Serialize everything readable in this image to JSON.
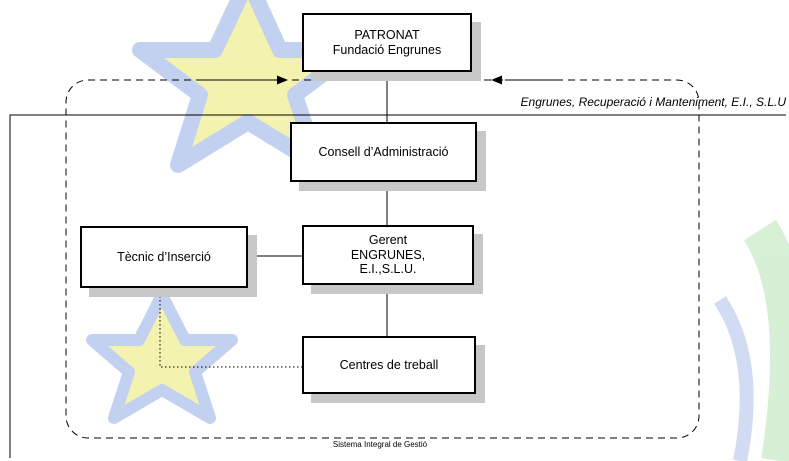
{
  "boxes": {
    "patronat": "PATRONAT\nFundació Engrunes",
    "consell": "Consell d’Administració",
    "gerent": "Gerent\nENGRUNES,\nE.I.,S.L.U.",
    "tecnic": "Tècnic d’Inserció",
    "centres": "Centres de treball"
  },
  "labels": {
    "company": "Engrunes, Recuperació i Manteniment, E.I., S.L.U",
    "system": "Sistema Integral de Gestió"
  },
  "colors": {
    "watermark_yellow": "#f5f2a3",
    "watermark_blue": "#b5c7ef",
    "watermark_green": "#cfeecf",
    "box_shadow": "#c7c7c7"
  }
}
